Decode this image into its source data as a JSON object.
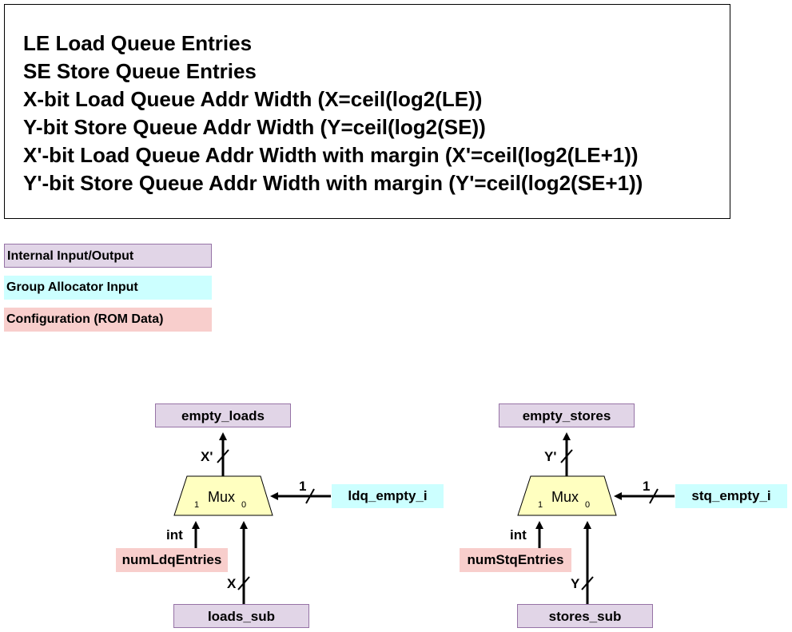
{
  "definitions": [
    "LE Load Queue Entries",
    "SE Store Queue Entries",
    "X-bit Load Queue Addr Width (X=ceil(log2(LE))",
    "Y-bit Store Queue Addr Width (Y=ceil(log2(SE))",
    "X'-bit Load Queue Addr Width with margin (X'=ceil(log2(LE+1))",
    "Y'-bit Store Queue Addr Width with margin (Y'=ceil(log2(SE+1))"
  ],
  "legend": {
    "internal": "Internal Input/Output",
    "group_allocator": "Group Allocator Input",
    "config": "Configuration (ROM Data)"
  },
  "colors": {
    "internal": "#e1d5e7",
    "group_allocator": "#ccffff",
    "config": "#f8cecc",
    "mux": "#ffffc0"
  },
  "load": {
    "output": "empty_loads",
    "output_width": "X'",
    "mux": "Mux",
    "in1_sel": "1",
    "in0_sel": "0",
    "select_input": "ldq_empty_i",
    "select_width": "1",
    "config_input": "numLdqEntries",
    "config_width": "int",
    "data_input": "loads_sub",
    "data_width": "X"
  },
  "store": {
    "output": "empty_stores",
    "output_width": "Y'",
    "mux": "Mux",
    "in1_sel": "1",
    "in0_sel": "0",
    "select_input": "stq_empty_i",
    "select_width": "1",
    "config_input": "numStqEntries",
    "config_width": "int",
    "data_input": "stores_sub",
    "data_width": "Y"
  }
}
